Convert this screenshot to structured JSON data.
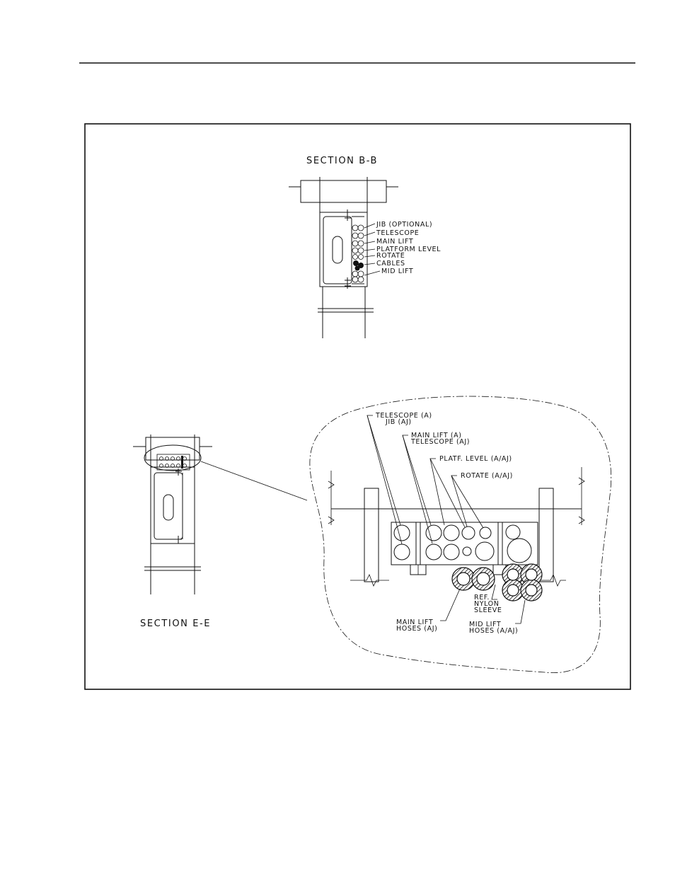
{
  "section_bb": {
    "title": "SECTION B-B",
    "labels": {
      "jib": "JIB (OPTIONAL)",
      "telescope": "TELESCOPE",
      "main_lift": "MAIN LIFT",
      "platform_level": "PLATFORM LEVEL",
      "rotate": "ROTATE",
      "cables": "CABLES",
      "mid_lift": "MID LIFT"
    }
  },
  "section_ee": {
    "title": "SECTION E-E"
  },
  "detail": {
    "telescope_jib_1": "TELESCOPE (A)",
    "telescope_jib_2": "JIB (AJ)",
    "main_lift_tel_1": "MAIN LIFT (A)",
    "main_lift_tel_2": "TELESCOPE (AJ)",
    "platf_level": "PLATF. LEVEL (A/AJ)",
    "rotate": "ROTATE (A/AJ)",
    "ref_1": "REF.",
    "ref_2": "NYLON",
    "ref_3": "SLEEVE",
    "main_lift_hoses_1": "MAIN LIFT",
    "main_lift_hoses_2": "HOSES (AJ)",
    "mid_lift_hoses_1": "MID LIFT",
    "mid_lift_hoses_2": "HOSES (A/AJ)"
  }
}
